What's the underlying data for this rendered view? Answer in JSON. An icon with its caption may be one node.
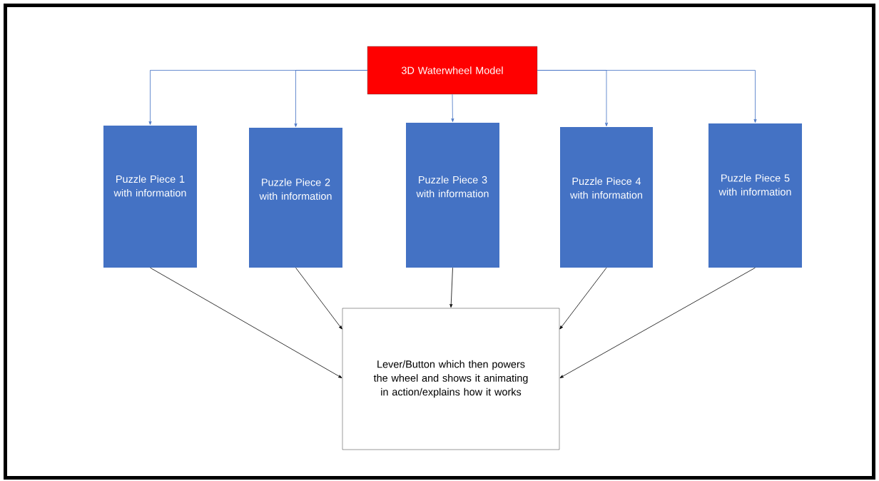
{
  "diagram": {
    "nodes": [
      {
        "text": [
          "3D Waterwheel Model"
        ]
      },
      {
        "text": [
          "Puzzle Piece 1 with information"
        ]
      },
      {
        "text": [
          "Puzzle Piece 2 with information"
        ]
      },
      {
        "text": [
          "Puzzle Piece 3 with information"
        ]
      },
      {
        "text": [
          "Puzzle Piece 4 with information"
        ]
      },
      {
        "text": [
          "Puzzle Piece 5 with information"
        ]
      },
      {
        "text": [
          "Lever/Button which then powers the wheel and shows it animating in action/explains how it works"
        ]
      }
    ],
    "edges": [
      {
        "from": 0,
        "to": 1,
        "arrow": "to",
        "color": "#4472c4"
      },
      {
        "from": 0,
        "to": 2,
        "arrow": "to",
        "color": "#4472c4"
      },
      {
        "from": 0,
        "to": 3,
        "arrow": "to",
        "color": "#4472c4"
      },
      {
        "from": 0,
        "to": 4,
        "arrow": "to",
        "color": "#4472c4"
      },
      {
        "from": 0,
        "to": 5,
        "arrow": "to",
        "color": "#4472c4"
      },
      {
        "from": 1,
        "to": 6,
        "arrow": "to",
        "color": "#000000"
      },
      {
        "from": 2,
        "to": 6,
        "arrow": "to",
        "color": "#000000"
      },
      {
        "from": 3,
        "to": 6,
        "arrow": "to",
        "color": "#000000"
      },
      {
        "from": 4,
        "to": 6,
        "arrow": "to",
        "color": "#000000"
      },
      {
        "from": 5,
        "to": 6,
        "arrow": "to",
        "color": "#000000"
      }
    ]
  }
}
